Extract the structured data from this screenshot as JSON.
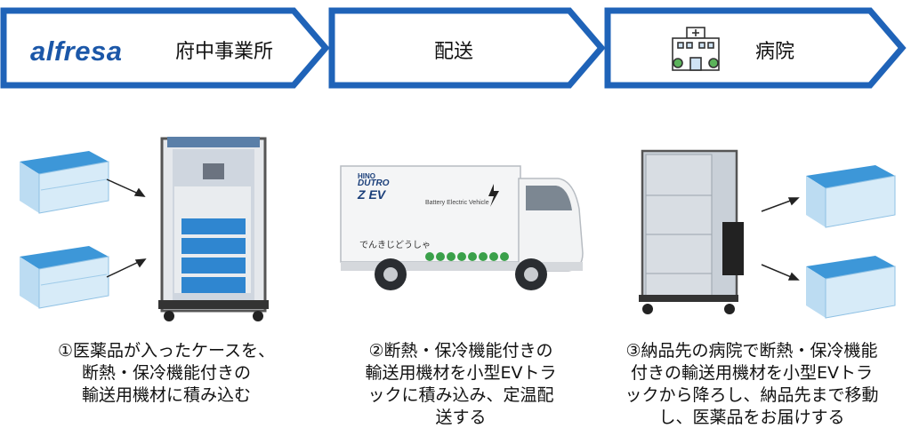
{
  "colors": {
    "chevron_border": "#1f63b8",
    "brand": "#1b57a8",
    "case_blue": "#2f8ad0",
    "truck_green": "#3aa04a"
  },
  "steps": [
    {
      "brand": "alfresa",
      "label": "府中事業所"
    },
    {
      "label": "配送"
    },
    {
      "label": "病院",
      "icon": "hospital-icon"
    }
  ],
  "captions": [
    {
      "lines": [
        "①医薬品が入ったケースを、",
        "断熱・保冷機能付きの",
        "輸送用機材に積み込む"
      ]
    },
    {
      "lines": [
        "②断熱・保冷機能付きの",
        "輸送用機材を小型EVトラ",
        "ックに積み込み、定温配",
        "送する"
      ]
    },
    {
      "lines": [
        "③納品先の病院で断熱・保冷機能",
        "付きの輸送用機材を小型EVトラ",
        "ックから降ろし、納品先まで移動",
        "し、医薬品をお届けする"
      ]
    }
  ],
  "truck": {
    "make": "HINO",
    "model": "DUTRO",
    "badge": "Z EV",
    "subtitle": "Battery Electric Vehicle",
    "side_text": "でんきじどうしゃ"
  }
}
